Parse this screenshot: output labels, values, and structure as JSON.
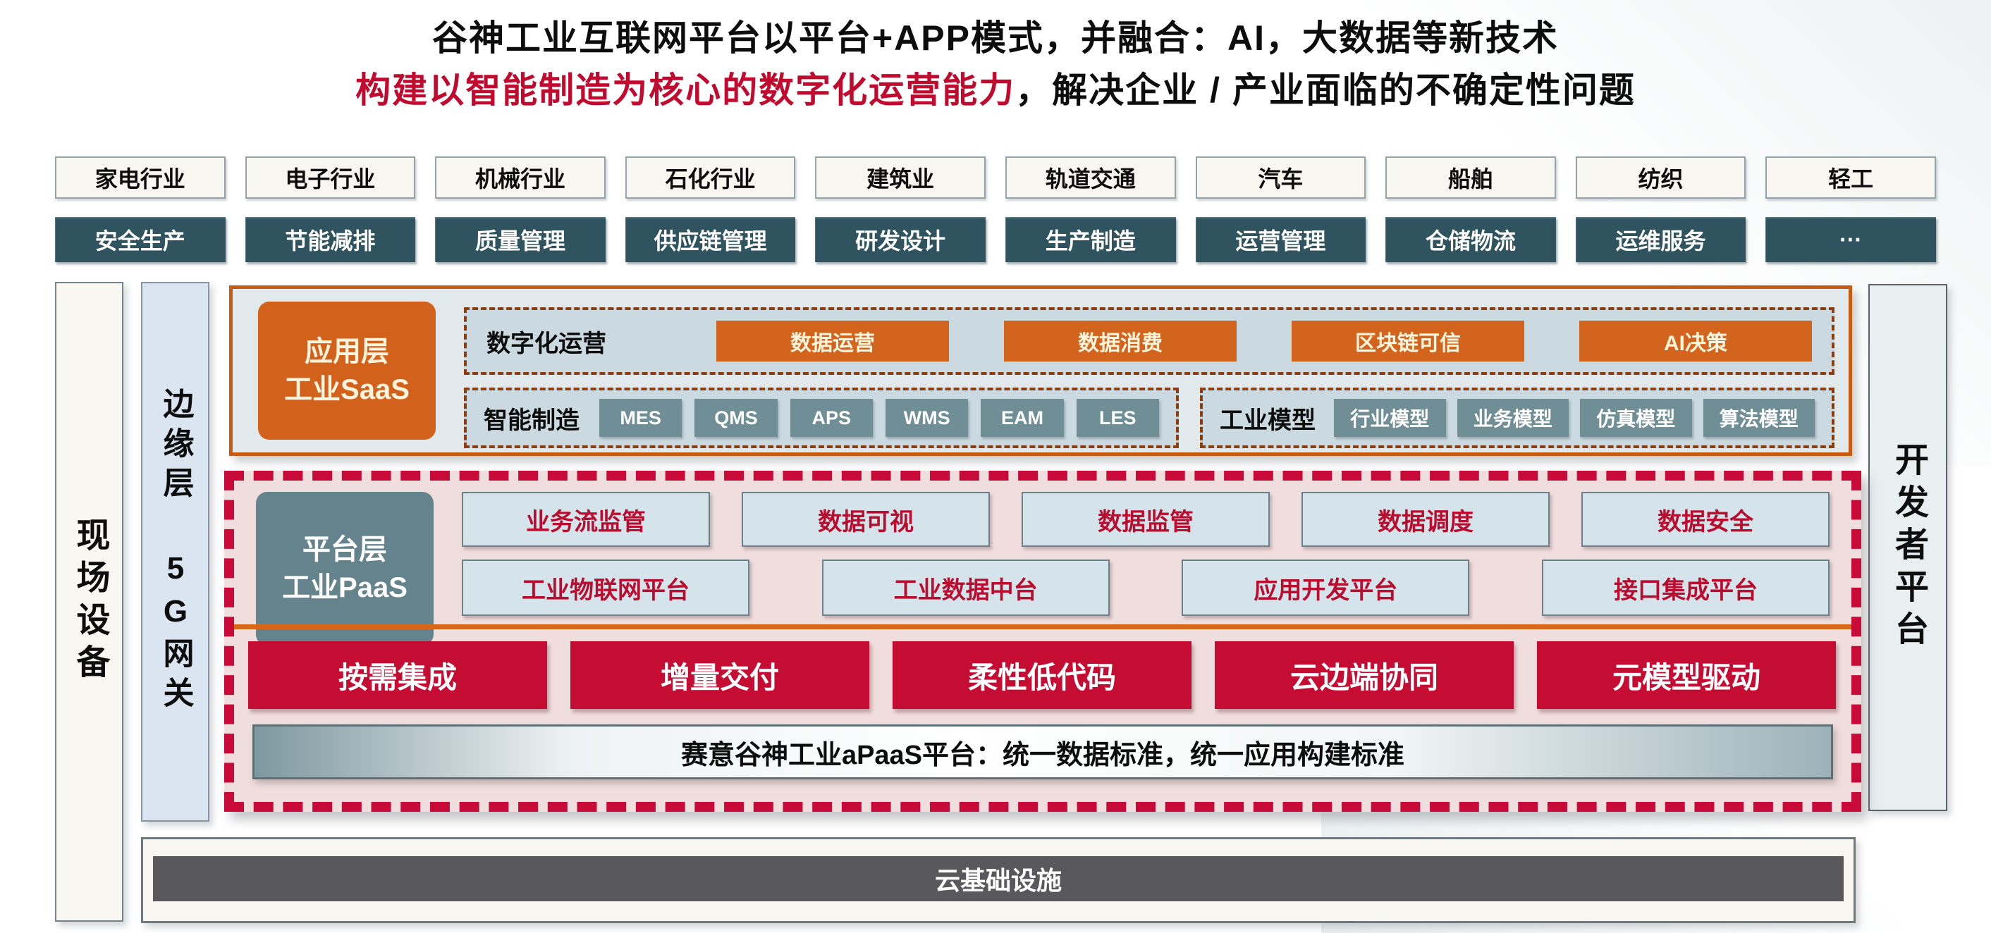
{
  "title": {
    "line1": "谷神工业互联网平台以平台+APP模式，并融合：AI，大数据等新技术",
    "line2_red": "构建以智能制造为核心的数字化运营能力",
    "line2_black": "，解决企业 / 产业面临的不确定性问题"
  },
  "industries": [
    "家电行业",
    "电子行业",
    "机械行业",
    "石化行业",
    "建筑业",
    "轨道交通",
    "汽车",
    "船舶",
    "纺织",
    "轻工"
  ],
  "functions": [
    "安全生产",
    "节能减排",
    "质量管理",
    "供应链管理",
    "研发设计",
    "生产制造",
    "运营管理",
    "仓储物流",
    "运维服务",
    "···"
  ],
  "side_bars": {
    "field_device": "现场设备",
    "edge_layer": "边缘层",
    "edge_gateway": "5G网关",
    "developer": "开发者平台"
  },
  "saas": {
    "layer": {
      "line1": "应用层",
      "line2": "工业SaaS"
    },
    "digital_ops": {
      "label": "数字化运营",
      "items": [
        "数据运营",
        "数据消费",
        "区块链可信",
        "AI决策"
      ]
    },
    "smart_mfg": {
      "label": "智能制造",
      "items": [
        "MES",
        "QMS",
        "APS",
        "WMS",
        "EAM",
        "LES"
      ]
    },
    "industrial_model": {
      "label": "工业模型",
      "items": [
        "行业模型",
        "业务模型",
        "仿真模型",
        "算法模型"
      ]
    }
  },
  "paas": {
    "layer": {
      "line1": "平台层",
      "line2": "工业PaaS"
    },
    "supervision": [
      "业务流监管",
      "数据可视",
      "数据监管",
      "数据调度",
      "数据安全"
    ],
    "platforms": [
      "工业物联网平台",
      "工业数据中台",
      "应用开发平台",
      "接口集成平台"
    ],
    "capabilities": [
      "按需集成",
      "增量交付",
      "柔性低代码",
      "云边端协同",
      "元模型驱动"
    ],
    "apaas_bar": "赛意谷神工业aPaaS平台：统一数据标准，统一应用构建标准"
  },
  "infrastructure": {
    "label": "云基础设施"
  },
  "colors": {
    "accent_orange": "#D2611B",
    "dash_brown": "#8A3E12",
    "crimson": "#C50D33",
    "title_red": "#C00A2E",
    "teal_dark": "#30545F",
    "teal_mid": "#6F8E96",
    "slate": "#64838C",
    "pink_bg": "#F0DEDE",
    "blue_row_bg": "#CBDAE0",
    "pill_bg": "#D5E4EB",
    "gradient_edge": "#7E98A0",
    "infra_gray": "#59595B"
  }
}
